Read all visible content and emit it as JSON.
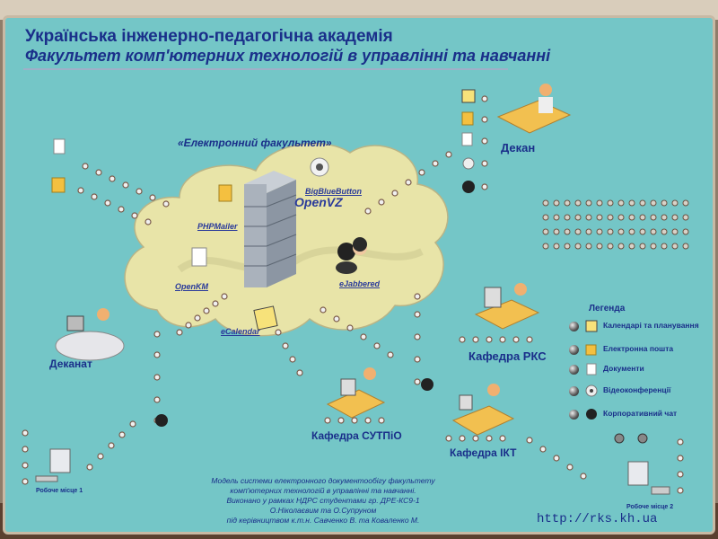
{
  "poster": {
    "title_line1": "Українська інженерно-педагогічна академія",
    "title_line2": "Факультет комп'ютерних технологій в управлінні та навчанні",
    "cloud_title": "«Електронний факультет»",
    "openvz": "OpenVZ",
    "url": "http://rks.kh.ua"
  },
  "services": {
    "bigbluebutton": "BigBlueButton",
    "phpmailer": "PHPMailer",
    "openkm": "OpenKM",
    "ejabbered": "eJabbered",
    "ecalendar": "eCalendar"
  },
  "nodes": {
    "dekan": "Декан",
    "dekanat": "Деканат",
    "kafedra_rks": "Кафедра РКС",
    "kafedra_sutpio": "Кафедра СУТПіО",
    "kafedra_ikt": "Кафедра ІКТ",
    "workplace1": "Робоче місце 1",
    "workplace2": "Робоче місце 2"
  },
  "legend": {
    "title": "Легенда",
    "items": [
      {
        "label": "Календарі та планування",
        "icon": "calendar-icon"
      },
      {
        "label": "Електронна пошта",
        "icon": "mail-icon"
      },
      {
        "label": "Документи",
        "icon": "document-icon"
      },
      {
        "label": "Відеоконференції",
        "icon": "webcam-icon"
      },
      {
        "label": "Корпоративний чат",
        "icon": "chat-icon"
      }
    ]
  },
  "caption": {
    "line1": "Модель системи електронного документообігу факультету",
    "line2": "комп'ютерних технологій в управлінні та навчанні.",
    "line3": "Виконано у рамках НДРС студентами гр. ДРЕ-КС9-1",
    "line4": "О.Ніколаєвим та О.Супруном",
    "line5": "під керівництвом к.т.н. Савченко В. та Коваленко М."
  },
  "colors": {
    "board": "#74c6c7",
    "text": "#1a2f8a",
    "cloud": "#e8e4a8",
    "desk": "#f2c050"
  }
}
